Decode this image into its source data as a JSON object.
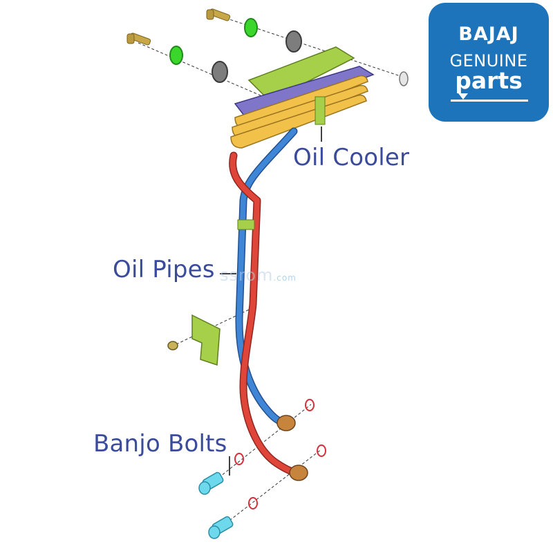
{
  "labels": {
    "oil_cooler": "Oil Cooler",
    "oil_pipes": "Oil Pipes",
    "banjo_bolts": "Banjo Bolts"
  },
  "watermark": {
    "main": "ssrom",
    "suffix": ".com"
  },
  "logo": {
    "brand": "BAJAJ",
    "line1": "GENUINE",
    "line2": "parts"
  },
  "colors": {
    "label_text": "#3a4b9c",
    "logo_background": "#1e74ba",
    "bracket_green": "#a6cf4a",
    "washer_green": "#3bd62c",
    "cooler_yellow": "#f2c14a",
    "cooler_plate": "#7f75c9",
    "pipe_blue": "#3f86d6",
    "pipe_red": "#e0453a",
    "banjo_bolt_cyan": "#6ed8ec",
    "sealing_ring_red": "#d6303a",
    "fitting_bronze": "#c7843d"
  }
}
